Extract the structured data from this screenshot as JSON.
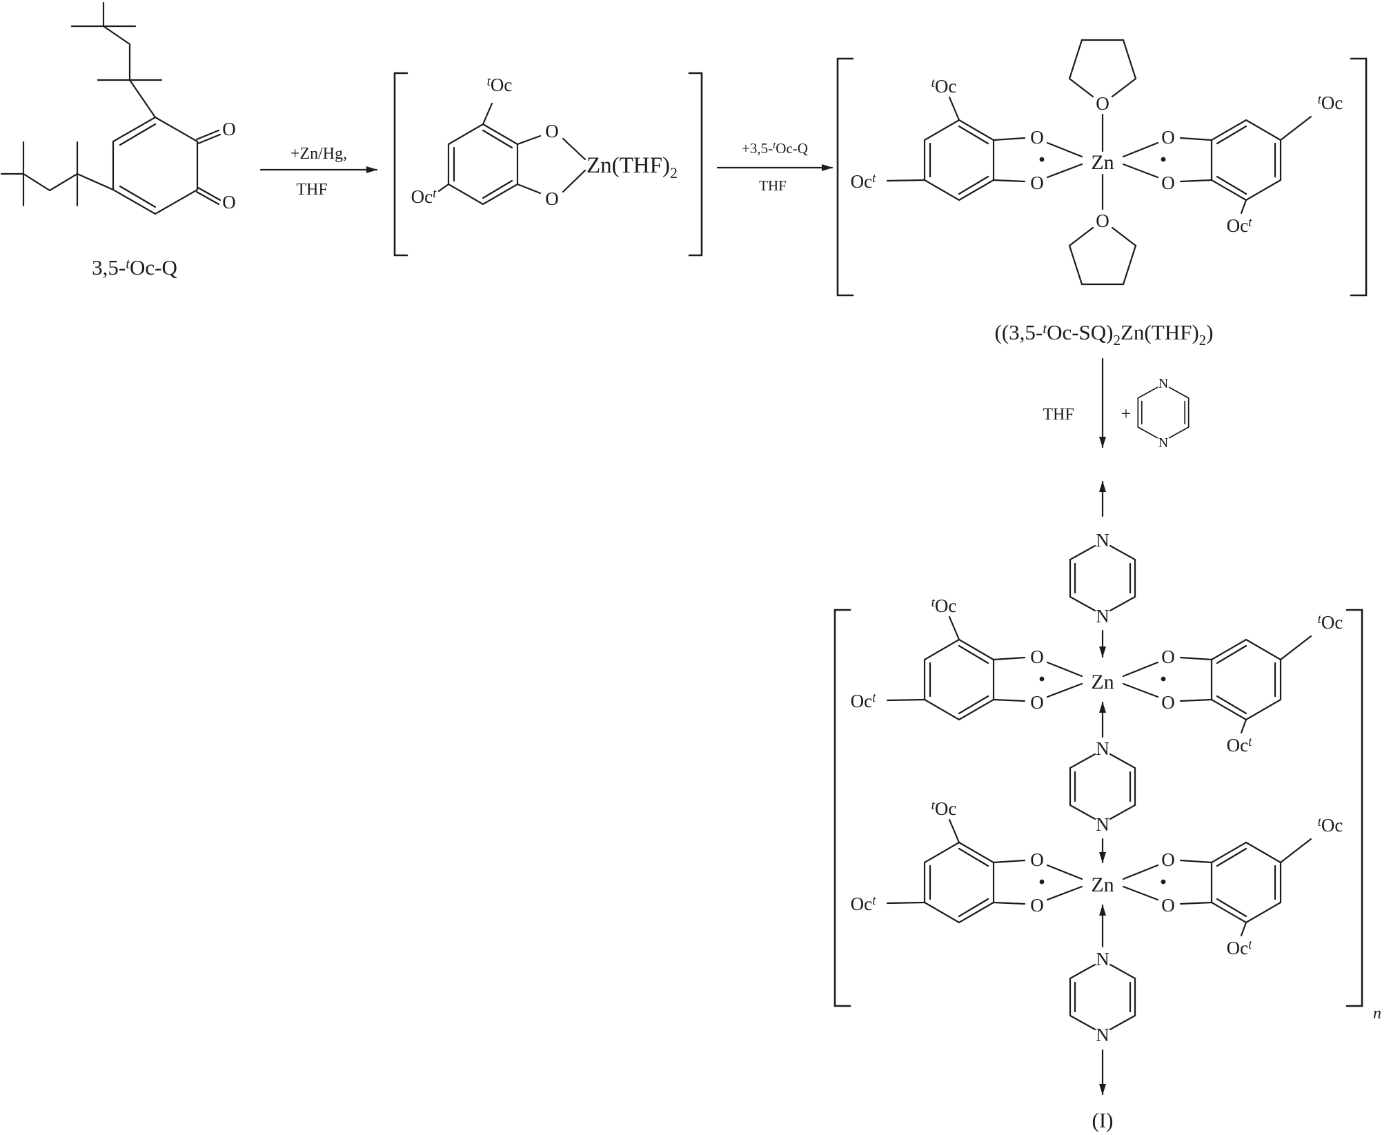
{
  "atoms": {
    "o": "O",
    "n": "N",
    "zn": "Zn"
  },
  "groups": {
    "t": "t",
    "oc": "Oc"
  },
  "reactant": {
    "pre": "3,5-",
    "sup": "t",
    "post": "Oc-Q"
  },
  "arrow1": {
    "above": "+Zn/Hg,",
    "below": "THF"
  },
  "intermediate": {
    "formula": "Zn(THF)",
    "sub": "2"
  },
  "arrow2": {
    "pre": "+3,5-",
    "sup": "t",
    "post": "Oc-Q",
    "below": "THF"
  },
  "product1": {
    "p1": "((3,5-",
    "t": "t",
    "p2": "Oc-SQ)",
    "s1": "2",
    "p3": "Zn(THF)",
    "s2": "2",
    "p4": ")"
  },
  "step2": {
    "solvent": "THF",
    "plus": "+"
  },
  "polymer": {
    "n": "n"
  },
  "final": {
    "label": "(I)"
  }
}
